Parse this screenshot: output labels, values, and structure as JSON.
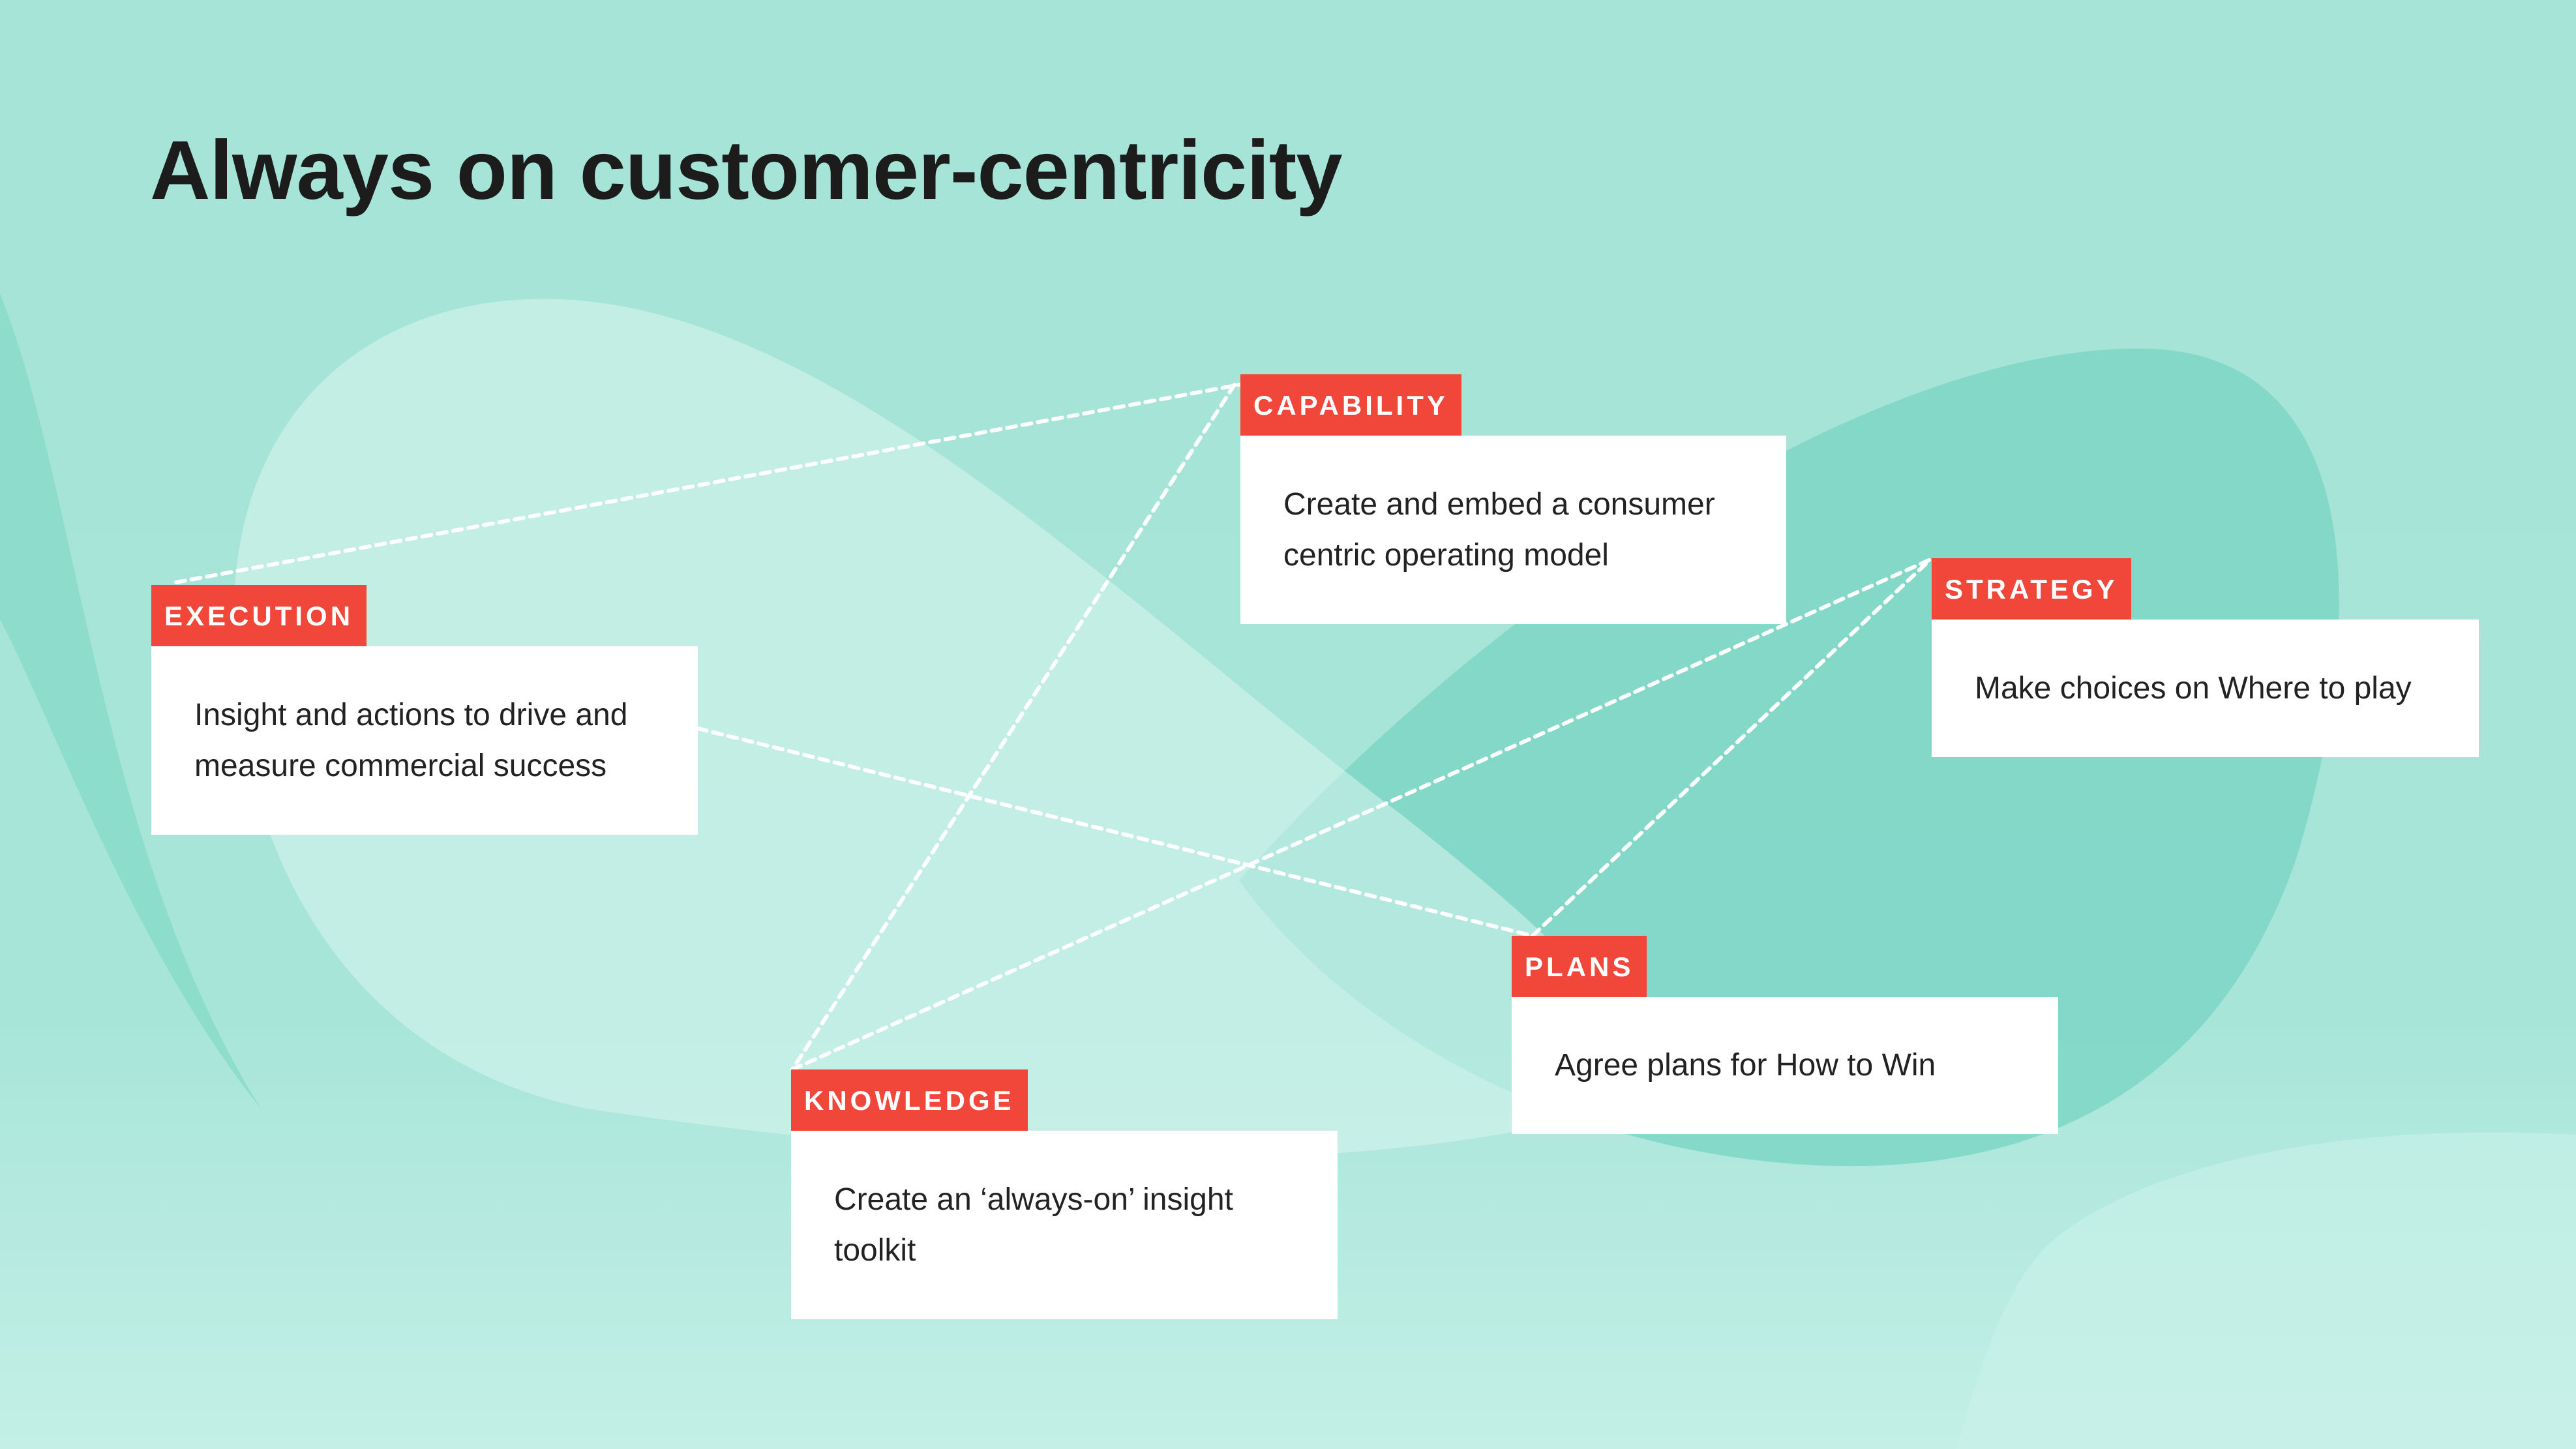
{
  "title": "Always on customer-centricity",
  "colors": {
    "background": "#a3e3d6",
    "tag": "#f0473a",
    "card": "#ffffff",
    "title": "#1c1c1c",
    "connector": "#ffffff"
  },
  "nodes": {
    "capability": {
      "label": "CAPABILITY",
      "text": "Create and embed a consumer centric operating model"
    },
    "execution": {
      "label": "EXECUTION",
      "text": "Insight and actions to drive and measure commercial success"
    },
    "strategy": {
      "label": "STRATEGY",
      "text": "Make choices on Where to play"
    },
    "plans": {
      "label": "PLANS",
      "text": "Agree plans for How to Win"
    },
    "knowledge": {
      "label": "KNOWLEDGE",
      "text": "Create an ‘always-on’ insight toolkit"
    }
  }
}
